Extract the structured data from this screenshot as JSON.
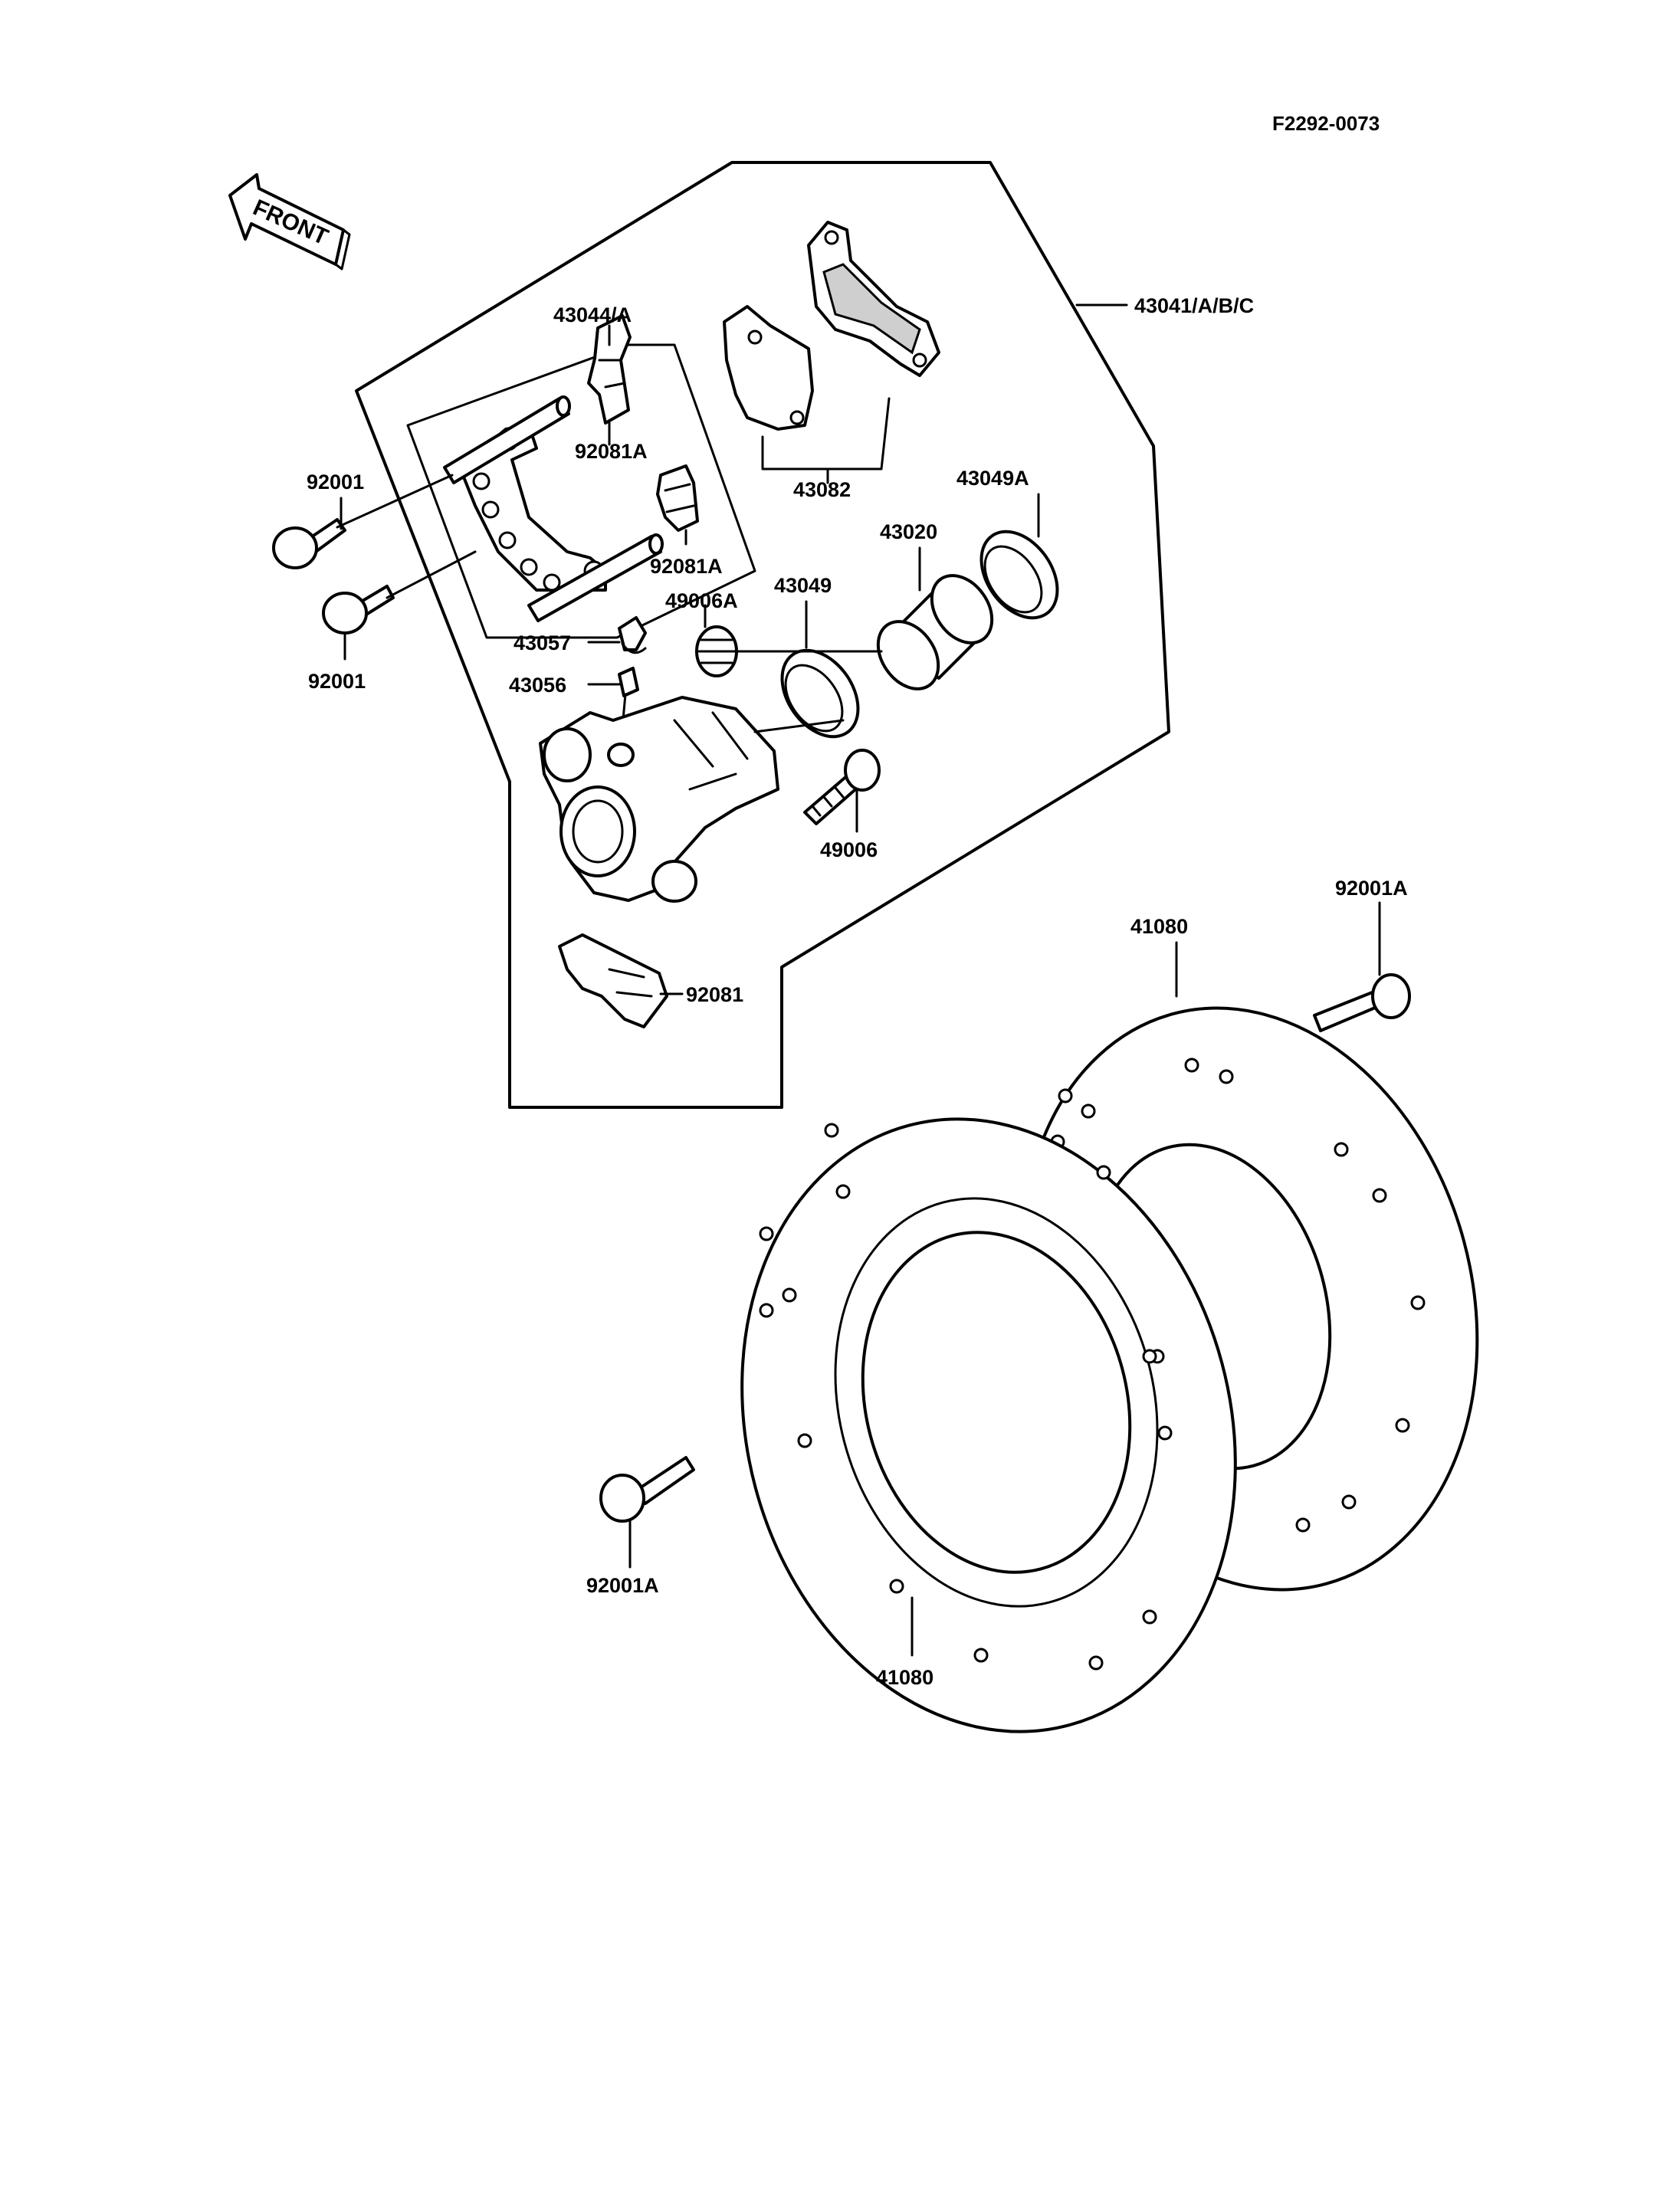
{
  "figure_code": "F2292-0073",
  "front_arrow_text": "FRONT",
  "callouts": {
    "c43044A": "43044/A",
    "c43041": "43041/A/B/C",
    "c92001_top": "92001",
    "c92081A_top": "92081A",
    "c43082": "43082",
    "c43049A": "43049A",
    "c92081A_mid": "92081A",
    "c43020": "43020",
    "c43049": "43049",
    "c49006A": "49006A",
    "c43057": "43057",
    "c92001_mid": "92001",
    "c43056": "43056",
    "c49006": "49006",
    "c92081": "92081",
    "c92001A_right": "92001A",
    "c41080_top": "41080",
    "c92001A_left": "92001A",
    "c41080_bottom": "41080"
  }
}
